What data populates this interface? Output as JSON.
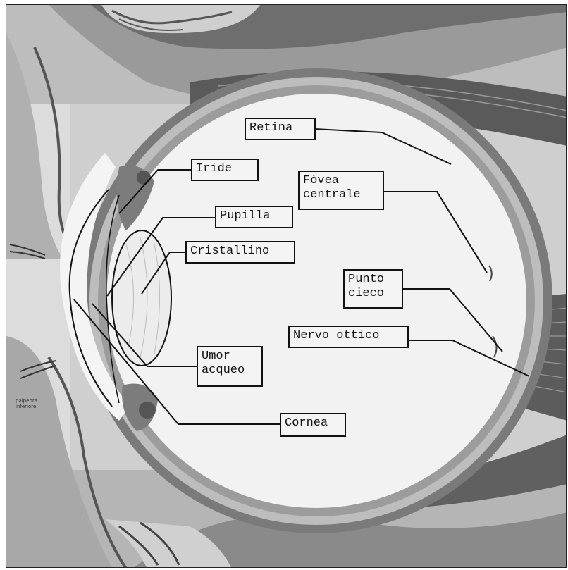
{
  "labels": {
    "retina": "Retina",
    "iride": "Iride",
    "fovea_line1": "Fòvea",
    "fovea_line2": "centrale",
    "pupilla": "Pupilla",
    "cristallino": "Cristallino",
    "punto_line1": "Punto",
    "punto_line2": "cieco",
    "nervo_ottico": "Nervo ottico",
    "umor_line1": "Umor",
    "umor_line2": "acqueo",
    "cornea": "Cornea"
  },
  "side_text": {
    "line1": "palpebra",
    "line2": "inferiore"
  },
  "colors": {
    "background": "#d4d4d4",
    "eyeball_interior": "#f2f2f2",
    "tissue_dark": "#4a4a4a",
    "tissue_mid": "#8c8c8c",
    "label_border": "#111111"
  }
}
